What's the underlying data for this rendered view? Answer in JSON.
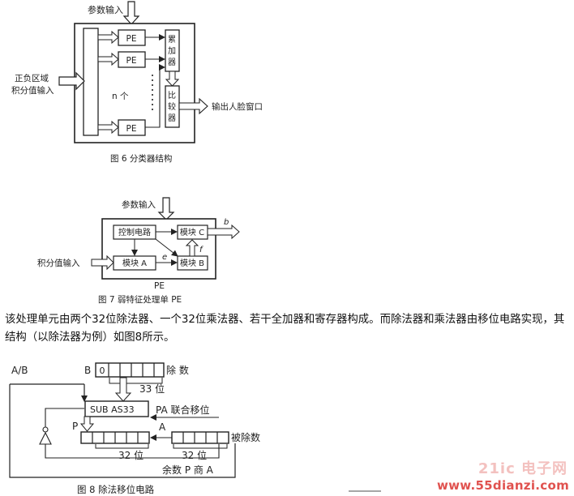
{
  "fig6": {
    "param_input": "参数输入",
    "left_input_line1": "正负区域",
    "left_input_line2": "积分值输入",
    "pe1": "PE",
    "pe2": "PE",
    "pe3": "PE",
    "n_label": "n 个",
    "adder": [
      "累",
      "加",
      "器"
    ],
    "comparator": [
      "比",
      "较",
      "器"
    ],
    "output": "输出人脸窗口",
    "caption": "图 6    分类器结构"
  },
  "fig7": {
    "param_input": "参数输入",
    "left_input": "积分值输入",
    "control": "控制电路",
    "module_a": "模块 A",
    "module_b": "模块 B",
    "module_c": "模块 C",
    "label_b": "b",
    "label_e": "e",
    "label_f": "f",
    "pe_label": "PE",
    "caption": "图 7    弱特征处理单 PE"
  },
  "paragraph": "该处理单元由两个32位除法器、一个32位乘法器、若干全加器和寄存器构成。而除法器和乘法器由移位电路实现，其结构（以除法器为例）如图8所示。",
  "fig8": {
    "ab": "A/B",
    "b": "B",
    "zero": "0",
    "divisor": "除 数",
    "bits33": "33 位",
    "sub": "SUB  AS33",
    "pa": "PA 联合移位",
    "p": "P",
    "a": "A",
    "bits32a": "32 位",
    "bits32b": "32 位",
    "dividend": "被除数",
    "remainder": "余数 P  商 A",
    "caption": "图 8    除法移位电路"
  },
  "watermark": {
    "brand": "21ic 电子网",
    "url": "www.55dianzi.com"
  }
}
